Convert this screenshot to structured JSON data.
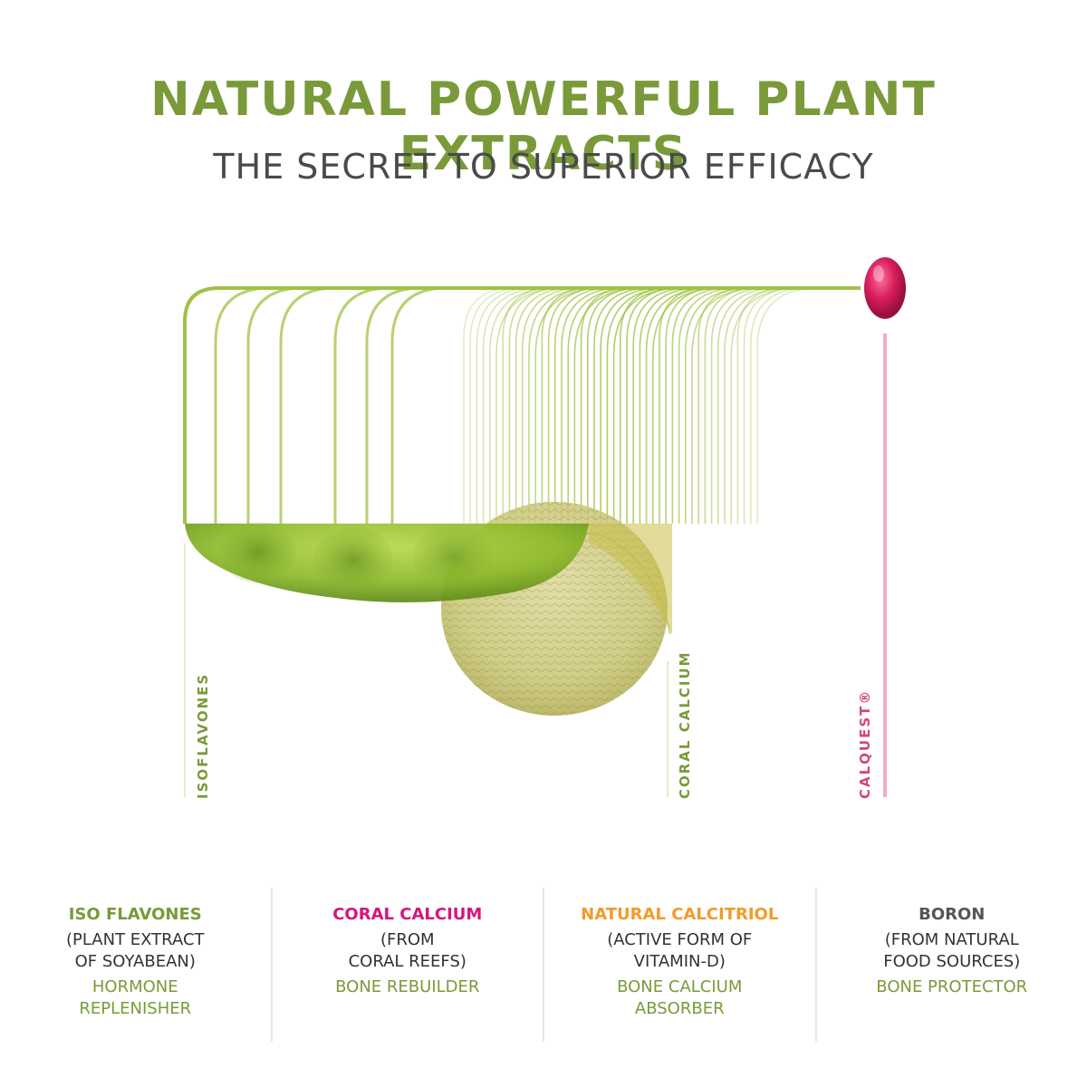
{
  "header": {
    "title": "NATURAL POWERFUL PLANT EXTRACTS",
    "subtitle": "THE SECRET TO SUPERIOR EFFICACY"
  },
  "diagram": {
    "labels": {
      "isoflavones": "ISOFLAVONES",
      "coral_calcium": "CORAL CALCIUM",
      "calquest": "CALQUEST®"
    },
    "colors": {
      "green": "#7a9a3a",
      "line_green": "#9fc244",
      "pink": "#d6447f",
      "capsule": "#d81e5b"
    }
  },
  "ingredients": [
    {
      "title": "ISO FLAVONES",
      "title_color": "#7a9a3a",
      "desc_1": "(PLANT EXTRACT",
      "desc_2": "OF SOYABEAN)",
      "role_1": "HORMONE",
      "role_2": "REPLENISHER"
    },
    {
      "title": "CORAL CALCIUM",
      "title_color": "#d6147f",
      "desc_1": "(FROM",
      "desc_2": "CORAL REEFS)",
      "role_1": "BONE REBUILDER",
      "role_2": ""
    },
    {
      "title": "NATURAL CALCITRIOL",
      "title_color": "#f39a2b",
      "desc_1": "(ACTIVE FORM OF",
      "desc_2": "VITAMIN-D)",
      "role_1": "BONE CALCIUM",
      "role_2": "ABSORBER"
    },
    {
      "title": "BORON",
      "title_color": "#555555",
      "desc_1": "(FROM NATURAL",
      "desc_2": "FOOD SOURCES)",
      "role_1": "BONE PROTECTOR",
      "role_2": ""
    }
  ]
}
